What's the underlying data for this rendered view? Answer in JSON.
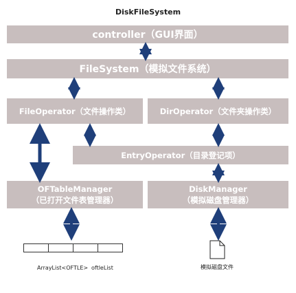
{
  "title": "DiskFileSystem",
  "boxes": {
    "controller": "controller（GUI界面）",
    "filesystem": "FileSystem（模拟文件系统）",
    "fileoperator": "FileOperator（文件操作类）",
    "diroperator": "DirOperator（文件夹操作类）",
    "entryoperator": "EntryOperator（目录登记项）",
    "oftablemanager_line1": "OFTableManager",
    "oftablemanager_line2": "（已打开文件表管理器）",
    "diskmanager_line1": "DiskManager",
    "diskmanager_line2": "（模拟磁盘管理器）"
  },
  "array": {
    "type_label": "ArrayList<OFTLE>",
    "var_label": "oftleList"
  },
  "disk_file_label": "模拟磁盘文件",
  "colors": {
    "box": "#c8bebe",
    "arrow": "#1f3f7a"
  }
}
